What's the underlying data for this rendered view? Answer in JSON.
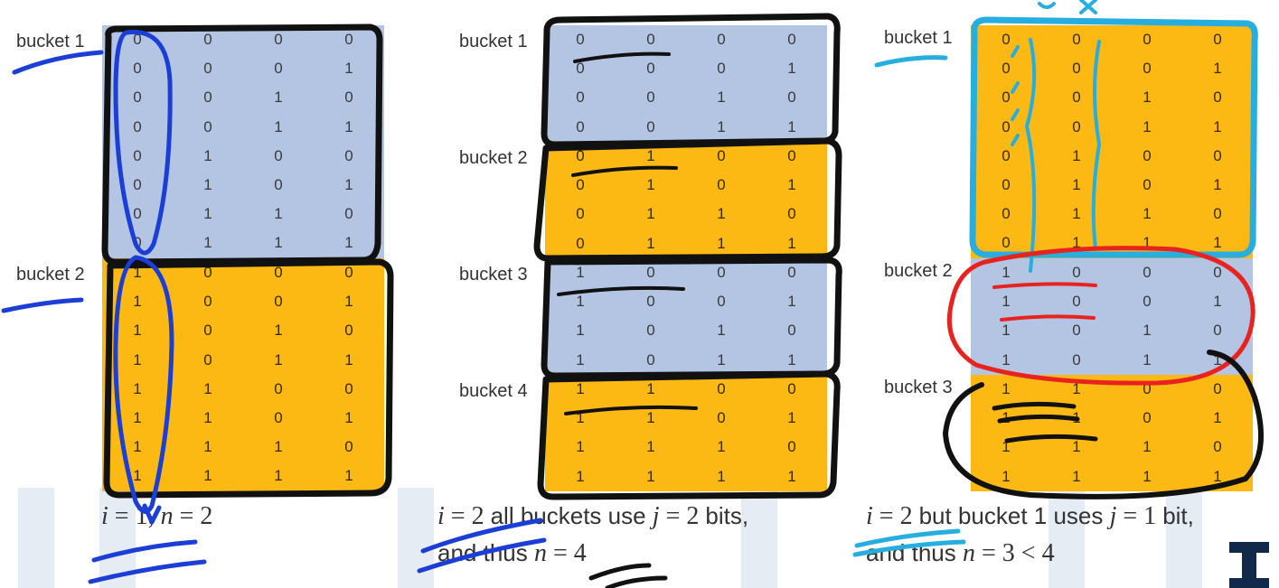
{
  "panels": [
    {
      "caption": {
        "i": "i",
        "i_val": " = 1, ",
        "n": "n",
        "n_val": " = 2"
      },
      "buckets": [
        {
          "label": "bucket 1",
          "color": "blue",
          "rows": [
            [
              0,
              0,
              0,
              0
            ],
            [
              0,
              0,
              0,
              1
            ],
            [
              0,
              0,
              1,
              0
            ],
            [
              0,
              0,
              1,
              1
            ],
            [
              0,
              1,
              0,
              0
            ],
            [
              0,
              1,
              0,
              1
            ],
            [
              0,
              1,
              1,
              0
            ],
            [
              0,
              1,
              1,
              1
            ]
          ]
        },
        {
          "label": "bucket 2",
          "color": "orange",
          "rows": [
            [
              1,
              0,
              0,
              0
            ],
            [
              1,
              0,
              0,
              1
            ],
            [
              1,
              0,
              1,
              0
            ],
            [
              1,
              0,
              1,
              1
            ],
            [
              1,
              1,
              0,
              0
            ],
            [
              1,
              1,
              0,
              1
            ],
            [
              1,
              1,
              1,
              0
            ],
            [
              1,
              1,
              1,
              1
            ]
          ]
        }
      ]
    },
    {
      "caption": {
        "line1_i": "i",
        "line1_a": " = 2 ",
        "line1_b": "all buckets use ",
        "line1_j": "j",
        "line1_c": " = 2 ",
        "line1_d": "bits,",
        "line2_a": "and thus ",
        "line2_n": "n",
        "line2_b": " = 4"
      },
      "buckets": [
        {
          "label": "bucket 1",
          "color": "blue",
          "rows": [
            [
              0,
              0,
              0,
              0
            ],
            [
              0,
              0,
              0,
              1
            ],
            [
              0,
              0,
              1,
              0
            ],
            [
              0,
              0,
              1,
              1
            ]
          ]
        },
        {
          "label": "bucket 2",
          "color": "orange",
          "rows": [
            [
              0,
              1,
              0,
              0
            ],
            [
              0,
              1,
              0,
              1
            ],
            [
              0,
              1,
              1,
              0
            ],
            [
              0,
              1,
              1,
              1
            ]
          ]
        },
        {
          "label": "bucket 3",
          "color": "blue",
          "rows": [
            [
              1,
              0,
              0,
              0
            ],
            [
              1,
              0,
              0,
              1
            ],
            [
              1,
              0,
              1,
              0
            ],
            [
              1,
              0,
              1,
              1
            ]
          ]
        },
        {
          "label": "bucket 4",
          "color": "orange",
          "rows": [
            [
              1,
              1,
              0,
              0
            ],
            [
              1,
              1,
              0,
              1
            ],
            [
              1,
              1,
              1,
              0
            ],
            [
              1,
              1,
              1,
              1
            ]
          ]
        }
      ]
    },
    {
      "caption": {
        "line1_i": "i",
        "line1_a": " = 2 ",
        "line1_b": "but bucket 1 uses ",
        "line1_j": "j",
        "line1_c": " = 1 ",
        "line1_d": "bit,",
        "line2_a": "and thus ",
        "line2_n": "n",
        "line2_b": " = 3 < 4"
      },
      "buckets": [
        {
          "label": "bucket 1",
          "color": "orange",
          "rows": [
            [
              0,
              0,
              0,
              0
            ],
            [
              0,
              0,
              0,
              1
            ],
            [
              0,
              0,
              1,
              0
            ],
            [
              0,
              0,
              1,
              1
            ],
            [
              0,
              1,
              0,
              0
            ],
            [
              0,
              1,
              0,
              1
            ],
            [
              0,
              1,
              1,
              0
            ],
            [
              0,
              1,
              1,
              1
            ]
          ]
        },
        {
          "label": "bucket 2",
          "color": "blue",
          "rows": [
            [
              1,
              0,
              0,
              0
            ],
            [
              1,
              0,
              0,
              1
            ],
            [
              1,
              0,
              1,
              0
            ],
            [
              1,
              0,
              1,
              1
            ]
          ]
        },
        {
          "label": "bucket 3",
          "color": "orange",
          "rows": [
            [
              1,
              1,
              0,
              0
            ],
            [
              1,
              1,
              0,
              1
            ],
            [
              1,
              1,
              1,
              0
            ],
            [
              1,
              1,
              1,
              1
            ]
          ]
        }
      ]
    }
  ],
  "colors": {
    "blue_fill": "#b4c5e4",
    "orange_fill": "#fdb913",
    "ink_black": "#111111",
    "ink_blue": "#1b3fd6",
    "ink_cyan": "#27aee0",
    "ink_red": "#e8231f",
    "logo_navy": "#13294b"
  },
  "icons": {
    "logo": "university-block-i-logo"
  }
}
